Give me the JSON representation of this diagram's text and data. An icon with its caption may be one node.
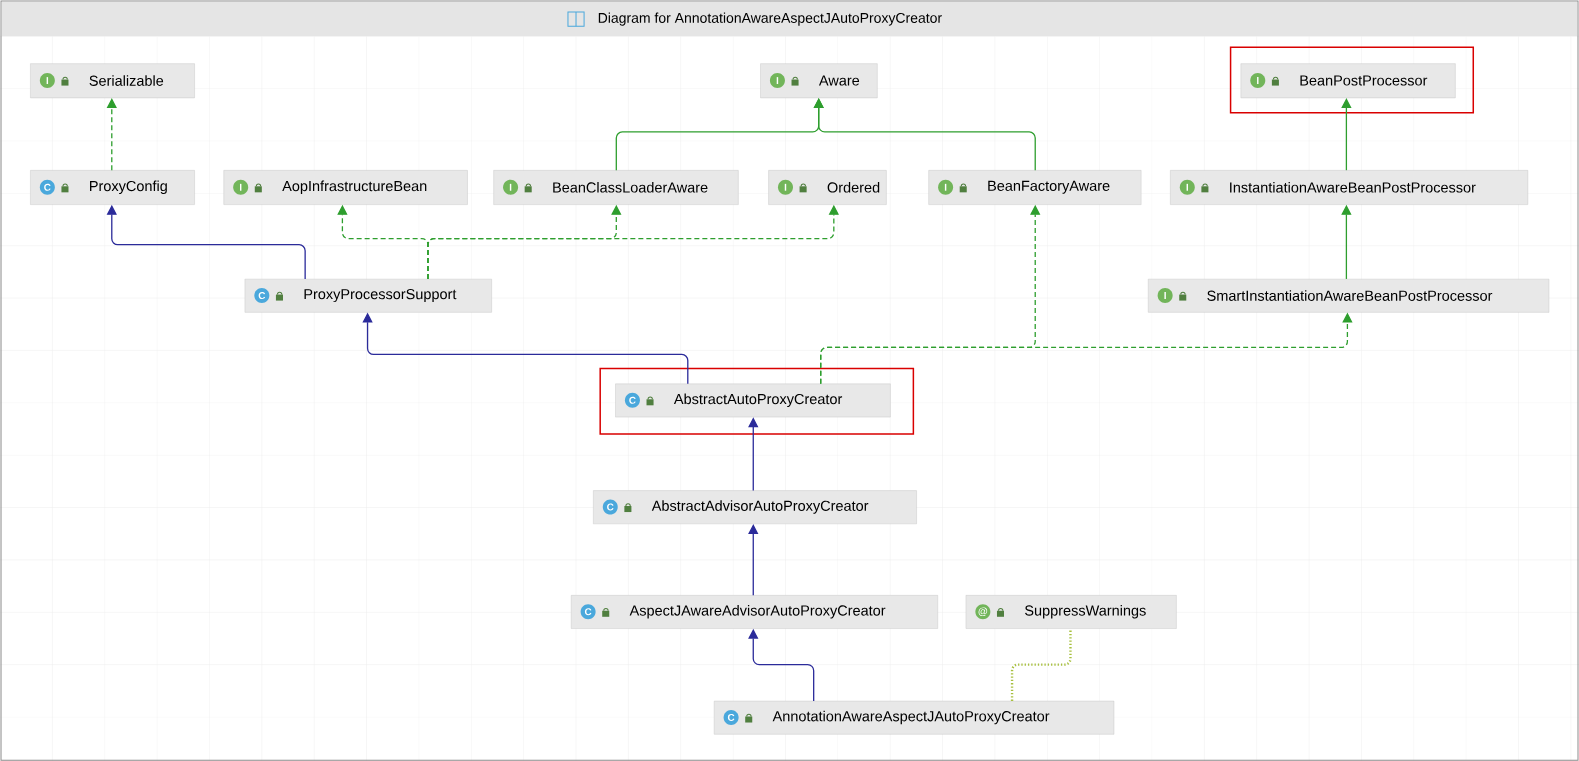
{
  "diagram": {
    "title": "Diagram for AnnotationAwareAspectJAutoProxyCreator",
    "nodes": [
      {
        "text": [
          "I",
          "Serializable"
        ]
      },
      {
        "text": [
          "I",
          "Aware"
        ]
      },
      {
        "text": [
          "I",
          "BeanPostProcessor"
        ]
      },
      {
        "text": [
          "C",
          "ProxyConfig"
        ]
      },
      {
        "text": [
          "I",
          "AopInfrastructureBean"
        ]
      },
      {
        "text": [
          "I",
          "BeanClassLoaderAware"
        ]
      },
      {
        "text": [
          "I",
          "Ordered"
        ]
      },
      {
        "text": [
          "I",
          "BeanFactoryAware"
        ]
      },
      {
        "text": [
          "I",
          "InstantiationAwareBeanPostProcessor"
        ]
      },
      {
        "text": [
          "C",
          "ProxyProcessorSupport"
        ]
      },
      {
        "text": [
          "I",
          "SmartInstantiationAwareBeanPostProcessor"
        ]
      },
      {
        "text": [
          "C",
          "AbstractAutoProxyCreator"
        ]
      },
      {
        "text": [
          "C",
          "AbstractAdvisorAutoProxyCreator"
        ]
      },
      {
        "text": [
          "C",
          "AspectJAwareAdvisorAutoProxyCreator"
        ]
      },
      {
        "text": [
          "@",
          "SuppressWarnings"
        ]
      },
      {
        "text": [
          "C",
          "AnnotationAwareAspectJAutoProxyCreator"
        ]
      }
    ],
    "edges": [
      {
        "from": 3,
        "to": 0,
        "arrow": "to",
        "style": "dashed"
      },
      {
        "from": 5,
        "to": 1,
        "arrow": "to"
      },
      {
        "from": 7,
        "to": 1,
        "arrow": "to"
      },
      {
        "from": 8,
        "to": 2,
        "arrow": "to"
      },
      {
        "from": 10,
        "to": 8,
        "arrow": "to"
      },
      {
        "from": 9,
        "to": 3,
        "arrow": "to",
        "color": "#2b2b9a"
      },
      {
        "from": 9,
        "to": 4,
        "arrow": "to",
        "style": "dashed"
      },
      {
        "from": 9,
        "to": 5,
        "arrow": "to",
        "style": "dashed"
      },
      {
        "from": 9,
        "to": 6,
        "arrow": "to",
        "style": "dashed"
      },
      {
        "from": 11,
        "to": 9,
        "arrow": "to",
        "color": "#2b2b9a"
      },
      {
        "from": 11,
        "to": 7,
        "arrow": "to",
        "style": "dashed"
      },
      {
        "from": 11,
        "to": 10,
        "arrow": "to",
        "style": "dashed"
      },
      {
        "from": 12,
        "to": 11,
        "arrow": "to",
        "color": "#2b2b9a"
      },
      {
        "from": 13,
        "to": 12,
        "arrow": "to",
        "color": "#2b2b9a"
      },
      {
        "from": 15,
        "to": 13,
        "arrow": "to",
        "color": "#2b2b9a"
      },
      {
        "from": 15,
        "to": 14,
        "arrow": "none",
        "style": "dashed",
        "color": "#a8c040"
      }
    ]
  }
}
